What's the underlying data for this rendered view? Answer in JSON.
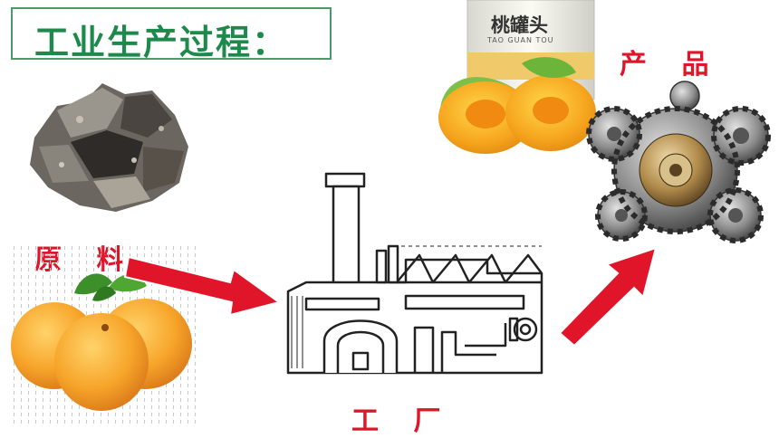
{
  "slide": {
    "title": "工业生产过程：",
    "raw_material_label": "原 料",
    "factory_label": "工 厂",
    "product_label": "产 品",
    "can_brand": "桃罐头",
    "can_brand_pinyin": "TAO GUAN TOU"
  },
  "colors": {
    "title_green": "#1d8a4b",
    "label_red": "#e0152a",
    "arrow_red": "#e0152a"
  },
  "icons": [
    "ore-rock-image",
    "peach-fruit-image",
    "factory-line-drawing",
    "canned-peach-image",
    "gears-image",
    "arrow-right-icon",
    "arrow-up-right-icon"
  ]
}
